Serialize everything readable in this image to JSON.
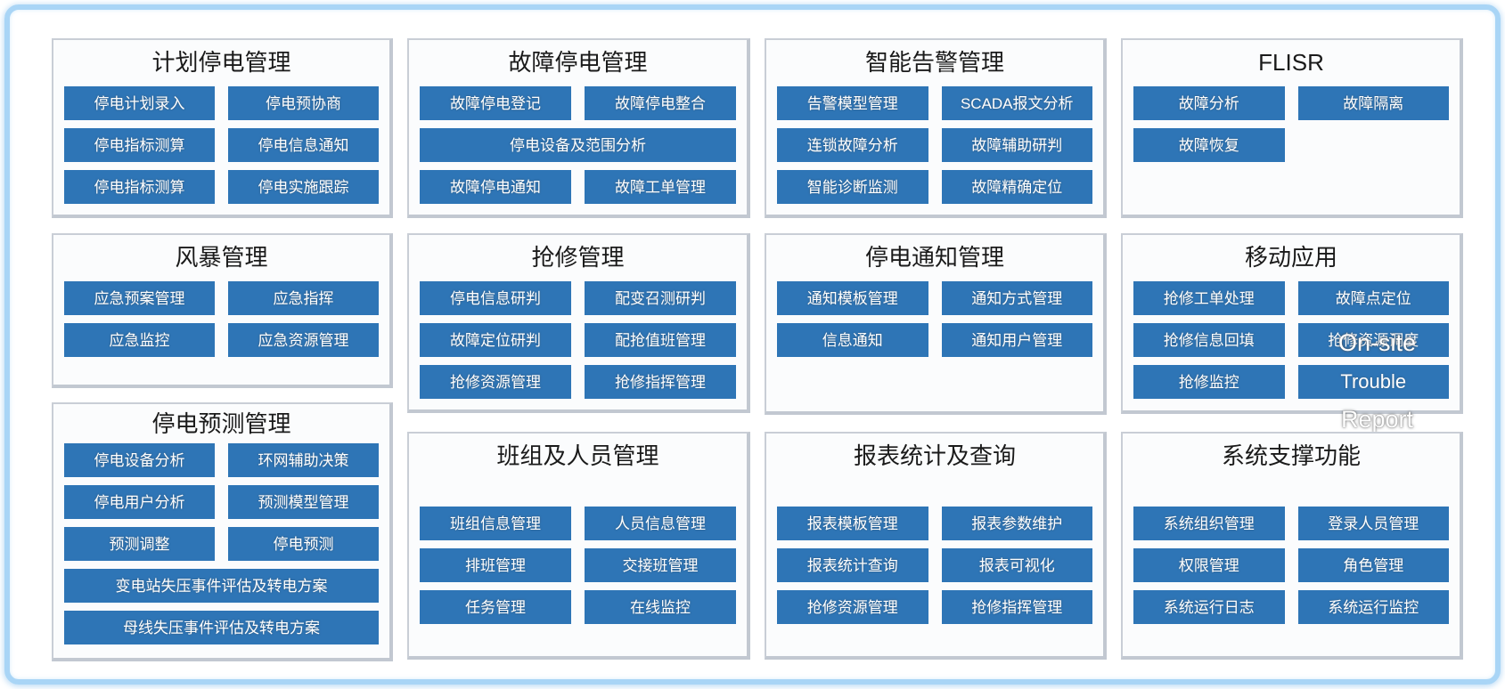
{
  "colors": {
    "button_blue": "#2E75B6",
    "button_text": "#FFFFFF",
    "panel_border": "#C7CCD4",
    "panel_background": "#FBFCFD",
    "frame_blue": "#A9D5F6",
    "title_text": "#1A1A1A"
  },
  "panels": [
    {
      "id": "planned-outage",
      "title": "计划停电管理",
      "rows": [
        [
          {
            "label": "停电计划录入"
          },
          {
            "label": "停电预协商"
          }
        ],
        [
          {
            "label": "停电指标测算"
          },
          {
            "label": "停电信息通知"
          }
        ],
        [
          {
            "label": "停电指标测算"
          },
          {
            "label": "停电实施跟踪"
          }
        ]
      ]
    },
    {
      "id": "fault-outage",
      "title": "故障停电管理",
      "rows": [
        [
          {
            "label": "故障停电登记"
          },
          {
            "label": "故障停电整合"
          }
        ],
        [
          {
            "label": "停电设备及范围分析",
            "full": true
          }
        ],
        [
          {
            "label": "故障停电通知"
          },
          {
            "label": "故障工单管理"
          }
        ]
      ]
    },
    {
      "id": "smart-alarm",
      "title": "智能告警管理",
      "rows": [
        [
          {
            "label": "告警模型管理"
          },
          {
            "label": "SCADA报文分析"
          }
        ],
        [
          {
            "label": "连锁故障分析"
          },
          {
            "label": "故障辅助研判"
          }
        ],
        [
          {
            "label": "智能诊断监测"
          },
          {
            "label": "故障精确定位"
          }
        ]
      ]
    },
    {
      "id": "flisr",
      "title": "FLISR",
      "rows": [
        [
          {
            "label": "故障分析"
          },
          {
            "label": "故障隔离"
          }
        ],
        [
          {
            "label": "故障恢复"
          },
          {
            "empty": true
          }
        ]
      ]
    },
    {
      "id": "storm",
      "title": "风暴管理",
      "rows": [
        [
          {
            "label": "应急预案管理"
          },
          {
            "label": "应急指挥"
          }
        ],
        [
          {
            "label": "应急监控"
          },
          {
            "label": "应急资源管理"
          }
        ]
      ]
    },
    {
      "id": "repair",
      "title": "抢修管理",
      "rows": [
        [
          {
            "label": "停电信息研判"
          },
          {
            "label": "配变召测研判"
          }
        ],
        [
          {
            "label": "故障定位研判"
          },
          {
            "label": "配抢值班管理"
          }
        ],
        [
          {
            "label": "抢修资源管理"
          },
          {
            "label": "抢修指挥管理"
          }
        ]
      ]
    },
    {
      "id": "outage-notice",
      "title": "停电通知管理",
      "rows": [
        [
          {
            "label": "通知模板管理"
          },
          {
            "label": "通知方式管理"
          }
        ],
        [
          {
            "label": "信息通知"
          },
          {
            "label": "通知用户管理"
          }
        ]
      ]
    },
    {
      "id": "mobile-app",
      "title": "移动应用",
      "rows": [
        [
          {
            "label": "抢修工单处理"
          },
          {
            "label": "故障点定位"
          }
        ],
        [
          {
            "label": "抢修信息回填"
          },
          {
            "label": "抢修资源调度"
          }
        ],
        [
          {
            "label": "抢修监控"
          },
          {
            "label": "Trouble",
            "big": true
          }
        ]
      ],
      "overlays": [
        {
          "id": "on-site",
          "label": "On-site"
        },
        {
          "id": "report",
          "label": "Report"
        }
      ]
    },
    {
      "id": "outage-forecast",
      "title": "停电预测管理",
      "rows": [
        [
          {
            "label": "停电设备分析"
          },
          {
            "label": "环网辅助决策"
          }
        ],
        [
          {
            "label": "停电用户分析"
          },
          {
            "label": "预测模型管理"
          }
        ],
        [
          {
            "label": "预测调整"
          },
          {
            "label": "停电预测"
          }
        ],
        [
          {
            "label": "变电站失压事件评估及转电方案",
            "full": true
          }
        ],
        [
          {
            "label": "母线失压事件评估及转电方案",
            "full": true
          }
        ]
      ]
    },
    {
      "id": "team-personnel",
      "title": "班组及人员管理",
      "rows": [
        [
          {
            "label": "班组信息管理"
          },
          {
            "label": "人员信息管理"
          }
        ],
        [
          {
            "label": "排班管理"
          },
          {
            "label": "交接班管理"
          }
        ],
        [
          {
            "label": "任务管理"
          },
          {
            "label": "在线监控"
          }
        ]
      ]
    },
    {
      "id": "report-stats",
      "title": "报表统计及查询",
      "rows": [
        [
          {
            "label": "报表模板管理"
          },
          {
            "label": "报表参数维护"
          }
        ],
        [
          {
            "label": "报表统计查询"
          },
          {
            "label": "报表可视化"
          }
        ],
        [
          {
            "label": "抢修资源管理"
          },
          {
            "label": "抢修指挥管理"
          }
        ]
      ]
    },
    {
      "id": "system-support",
      "title": "系统支撑功能",
      "rows": [
        [
          {
            "label": "系统组织管理"
          },
          {
            "label": "登录人员管理"
          }
        ],
        [
          {
            "label": "权限管理"
          },
          {
            "label": "角色管理"
          }
        ],
        [
          {
            "label": "系统运行日志"
          },
          {
            "label": "系统运行监控"
          }
        ]
      ]
    }
  ]
}
